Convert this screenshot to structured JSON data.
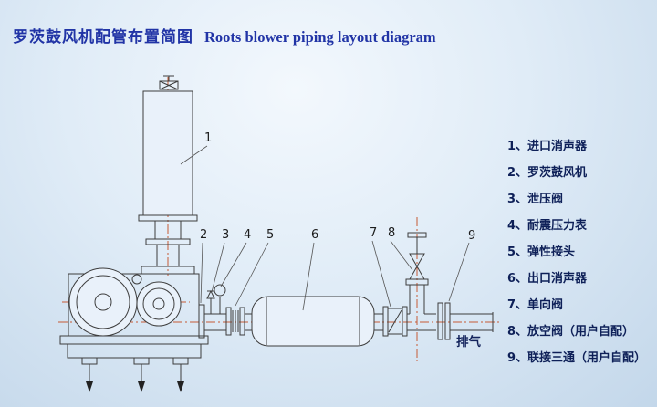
{
  "title": {
    "zh": "罗茨鼓风机配管布置简图",
    "en": "Roots blower piping layout diagram"
  },
  "diagram": {
    "callouts": [
      "1",
      "2",
      "3",
      "4",
      "5",
      "6",
      "7",
      "8",
      "9"
    ],
    "exhaust_label": "排气"
  },
  "legend": {
    "items": [
      "1、进口消声器",
      "2、罗茨鼓风机",
      "3、泄压阀",
      "4、耐震压力表",
      "5、弹性接头",
      "6、出口消声器",
      "7、单向阀",
      "8、放空阀（用户自配）",
      "9、联接三通（用户自配）"
    ]
  },
  "colors": {
    "title_blue": "#2134a6",
    "line": "#3d3d3d",
    "centerline": "#c65a35",
    "legend_text": "#0e2058"
  }
}
